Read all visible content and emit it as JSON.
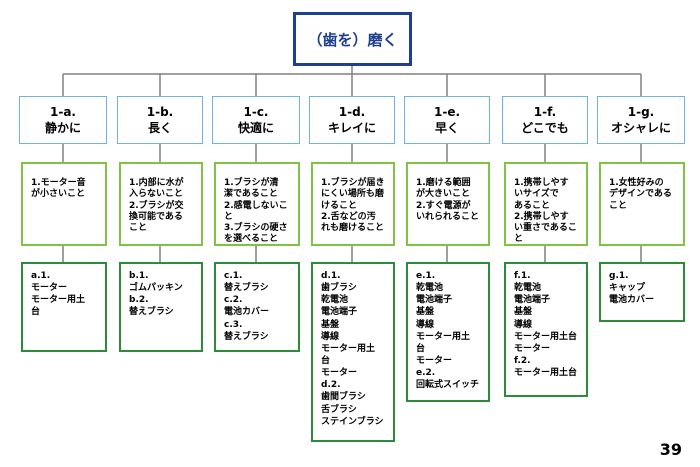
{
  "root": {
    "label": "（歯を）磨く"
  },
  "columns": [
    {
      "id": "1-a",
      "code": "1-a.",
      "title": "静かに",
      "requirements": [
        "1.モーター音",
        "が小さいこと"
      ],
      "parts": [
        "a.1.",
        "モーター",
        "モーター用土",
        "台"
      ]
    },
    {
      "id": "1-b",
      "code": "1-b.",
      "title": "長く",
      "requirements": [
        "1.内部に水が",
        "入らないこと",
        "2.ブラシが交",
        "換可能である",
        "こと"
      ],
      "parts": [
        "b.1.",
        "ゴムパッキン",
        "b.2.",
        "替えブラシ"
      ]
    },
    {
      "id": "1-c",
      "code": "1-c.",
      "title": "快適に",
      "requirements": [
        "1.ブラシが清",
        "潔であること",
        "2.感電しないこ",
        "と",
        "3.ブラシの硬さ",
        "を選べること"
      ],
      "parts": [
        "c.1.",
        "替えブラシ",
        "c.2.",
        "電池カバー",
        "c.3.",
        "替えブラシ"
      ]
    },
    {
      "id": "1-d",
      "code": "1-d.",
      "title": "キレイに",
      "requirements": [
        "1.ブラシが届き",
        "にくい場所も磨",
        "けること",
        "2.舌などの汚",
        "れも磨けること"
      ],
      "parts": [
        "d.1.",
        "歯ブラシ",
        "乾電池",
        "電池端子",
        "基盤",
        "導線",
        "モーター用土",
        "台",
        "モーター",
        "d.2.",
        "歯間ブラシ",
        "舌ブラシ",
        "ステインブラシ"
      ]
    },
    {
      "id": "1-e",
      "code": "1-e.",
      "title": "早く",
      "requirements": [
        "1.磨ける範囲",
        "が大きいこと",
        "2.すぐ電源が",
        "いれられること"
      ],
      "parts": [
        "e.1.",
        "乾電池",
        "電池端子",
        "基盤",
        "導線",
        "モーター用土",
        "台",
        "モーター",
        "e.2.",
        "回転式スイッチ"
      ]
    },
    {
      "id": "1-f",
      "code": "1-f.",
      "title": "どこでも",
      "requirements": [
        "1.携帯しやす",
        "いサイズで",
        "あること",
        "2.携帯しやす",
        "い重さであるこ",
        "と"
      ],
      "parts": [
        "f.1.",
        "乾電池",
        "電池端子",
        "基盤",
        "導線",
        "モーター用土台",
        "モーター",
        "f.2.",
        "モーター用土台"
      ]
    },
    {
      "id": "1-g",
      "code": "1-g.",
      "title": "オシャレに",
      "requirements": [
        "1.女性好みの",
        "デザインである",
        "こと"
      ],
      "parts": [
        "g.1.",
        "キャップ",
        "電池カバー"
      ]
    }
  ],
  "page_number": "39",
  "colors": {
    "root_border": "#1f3f8f",
    "level1_border": "#6fb3e6",
    "level2_border": "#7fc344",
    "level3_border": "#2e8b3a",
    "connector": "#808080"
  }
}
